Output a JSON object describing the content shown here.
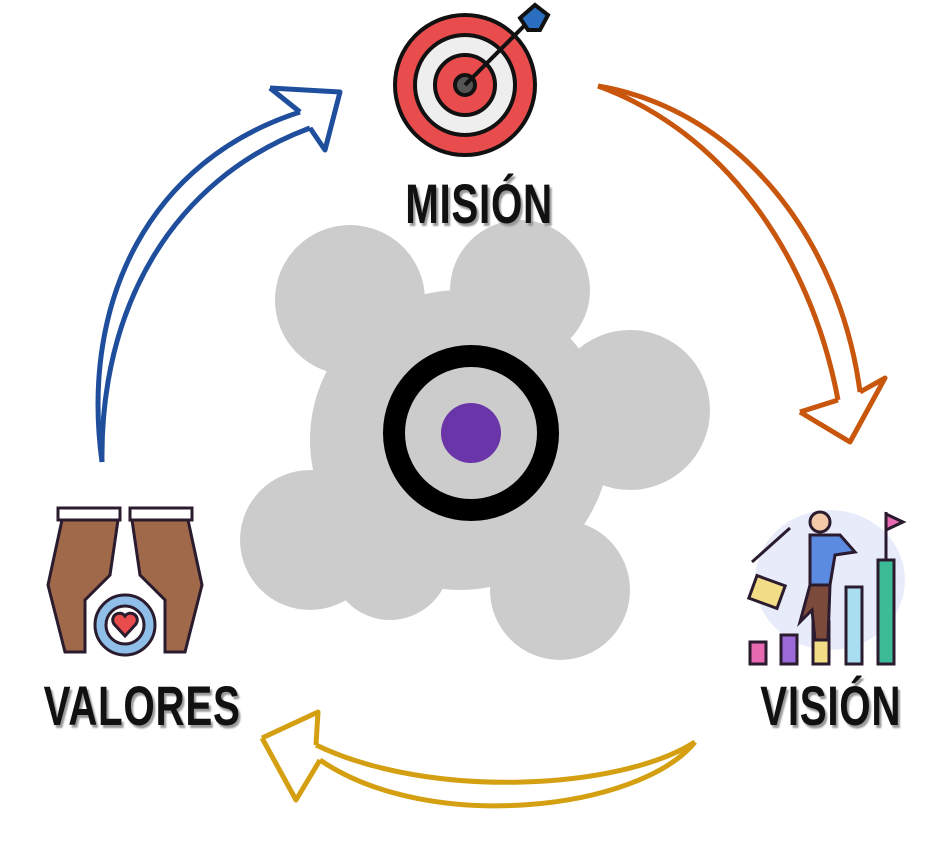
{
  "labels": {
    "mission": "MISIÓN",
    "vision": "VISIÓN",
    "values": "VALORES"
  },
  "icons": {
    "mission": "target-arrow-icon",
    "vision": "growth-ladder-icon",
    "values": "hands-heart-gear-icon",
    "center": "ring-dot-icon"
  },
  "colors": {
    "blue_arrow": "#1f4e9c",
    "orange_arrow": "#c8560c",
    "gold_arrow": "#d4a012",
    "blob": "#cccccc",
    "center_dot": "#6a35a8"
  }
}
